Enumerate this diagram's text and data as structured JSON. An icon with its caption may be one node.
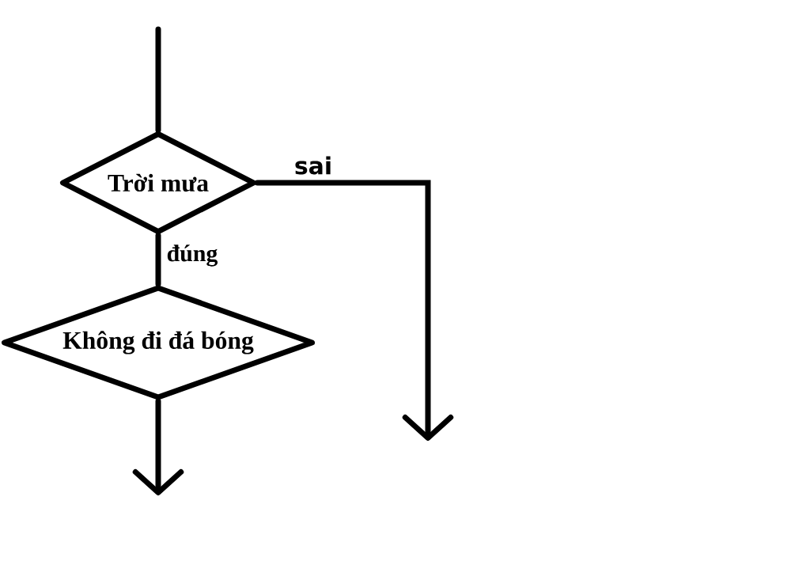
{
  "diagram": {
    "nodes": [
      {
        "text": [
          "Trời mưa"
        ]
      },
      {
        "text": [
          "Không đi đá bóng"
        ]
      }
    ],
    "edges": [
      {
        "from": null,
        "to": 0,
        "arrow": "none"
      },
      {
        "from": 0,
        "to": 1,
        "arrow": "none",
        "label": "đúng"
      },
      {
        "from": 0,
        "to": null,
        "arrow": "to",
        "label": "sai"
      },
      {
        "from": 1,
        "to": null,
        "arrow": "to"
      }
    ]
  }
}
